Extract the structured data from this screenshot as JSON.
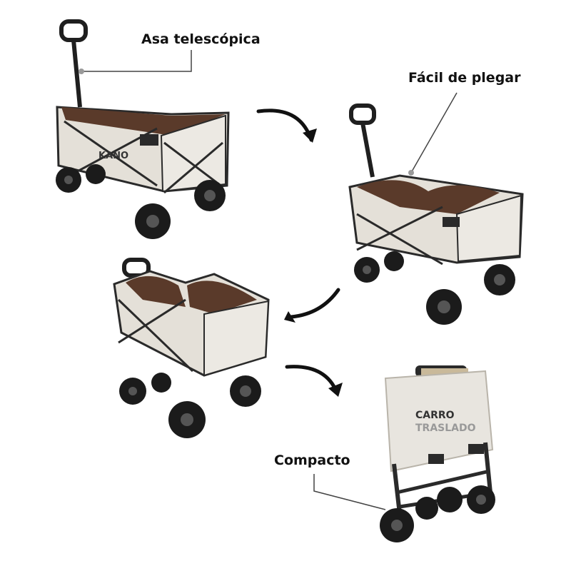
{
  "labels": {
    "handle": "Asa telescópica",
    "fold": "Fácil de plegar",
    "compact": "Compacto"
  },
  "brand": {
    "logo": "KANO",
    "bag_line1": "CARRO",
    "bag_line2": "TRASLADO"
  },
  "colors": {
    "fabric": "#e4e0d8",
    "liner": "#5a3a2a",
    "frame": "#2a2a2a",
    "wheel": "#1b1b1b",
    "callout": "#444444"
  }
}
